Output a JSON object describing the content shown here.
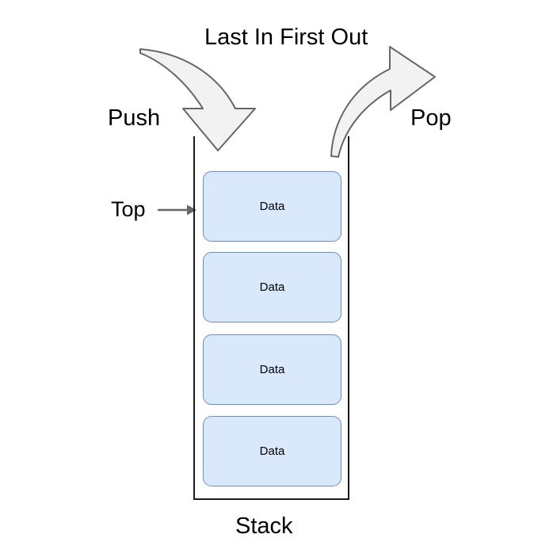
{
  "diagram": {
    "title": "Last In First Out",
    "bottom_label": "Stack",
    "labels": {
      "push": "Push",
      "pop": "Pop",
      "top": "Top"
    },
    "stack": {
      "cells": [
        {
          "text": "Data"
        },
        {
          "text": "Data"
        },
        {
          "text": "Data"
        },
        {
          "text": "Data"
        }
      ]
    },
    "icons": {
      "push_arrow": "curved-down-arrow-icon",
      "pop_arrow": "curved-up-right-arrow-icon",
      "top_pointer": "right-arrow-icon"
    },
    "colors": {
      "cell_fill": "#dae8fc",
      "cell_stroke": "#6c8ebf",
      "container_stroke": "#1a1a1a",
      "arrow_fill": "#f2f2f2",
      "arrow_stroke": "#666666",
      "pointer_stroke": "#666666",
      "text": "#000000",
      "background": "#ffffff"
    }
  }
}
